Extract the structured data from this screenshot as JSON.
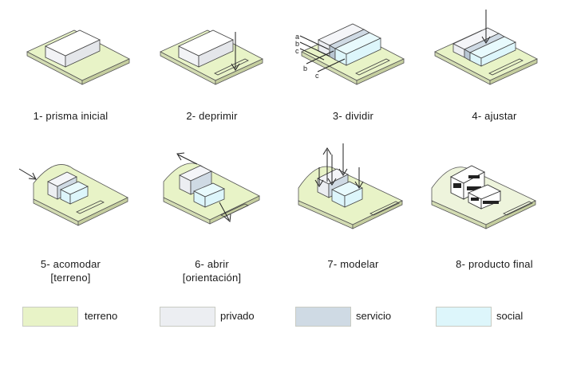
{
  "steps": [
    {
      "number": "1-",
      "title": "prisma inicial",
      "subtitle": ""
    },
    {
      "number": "2-",
      "title": "deprimir",
      "subtitle": ""
    },
    {
      "number": "3-",
      "title": "dividir",
      "subtitle": ""
    },
    {
      "number": "4-",
      "title": "ajustar",
      "subtitle": ""
    },
    {
      "number": "5-",
      "title": "acomodar",
      "subtitle": "[terreno]"
    },
    {
      "number": "6-",
      "title": "abrir",
      "subtitle": "[orientación]"
    },
    {
      "number": "7-",
      "title": "modelar",
      "subtitle": ""
    },
    {
      "number": "8-",
      "title": "producto final",
      "subtitle": ""
    }
  ],
  "division_labels": [
    "a",
    "b",
    "c",
    "b",
    "c"
  ],
  "legend": [
    {
      "label": "terreno",
      "color": "#e8f3c7"
    },
    {
      "label": "privado",
      "color": "#eceef2"
    },
    {
      "label": "servicio",
      "color": "#cfdae4"
    },
    {
      "label": "social",
      "color": "#ddf6fb"
    }
  ],
  "colors": {
    "terreno": "#e8f3c7",
    "terreno_edge": "#d3dcb3",
    "privado": "#eceef2",
    "servicio": "#cfdae4",
    "social": "#ddf6fb",
    "line": "#333333"
  }
}
